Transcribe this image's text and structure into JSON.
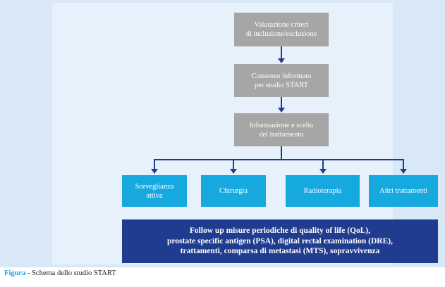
{
  "diagram": {
    "boxes": {
      "valutazione": "Valutazione criteri\ndi inclusione/esclusione",
      "consenso": "Consenso informato\nper studio START",
      "informazione": "Informazione e scelta\ndel trattamento",
      "sorveglianza": "Sorveglianza\nattiva",
      "chirurgia": "Chirurgia",
      "radioterapia": "Radioterapia",
      "altri": "Altri trattamenti",
      "followup": "Follow up misure periodiche di quality of life (QoL),\nprostate specific antigen (PSA), digital rectal examination (DRE),\ntrattamenti, comparsa di metastasi (MTS), sopravvivenza"
    },
    "colors": {
      "grey_box": "#a6a6a6",
      "cyan_box": "#16a9e0",
      "dark_blue_box": "#1f3c8f",
      "panel_background": "#d9e8f7",
      "canvas_background": "#e7f1fb",
      "connector": "#1f3c8f"
    }
  },
  "caption": {
    "label": "Figura",
    "separator": " - ",
    "text": "Schema dello studio START"
  }
}
